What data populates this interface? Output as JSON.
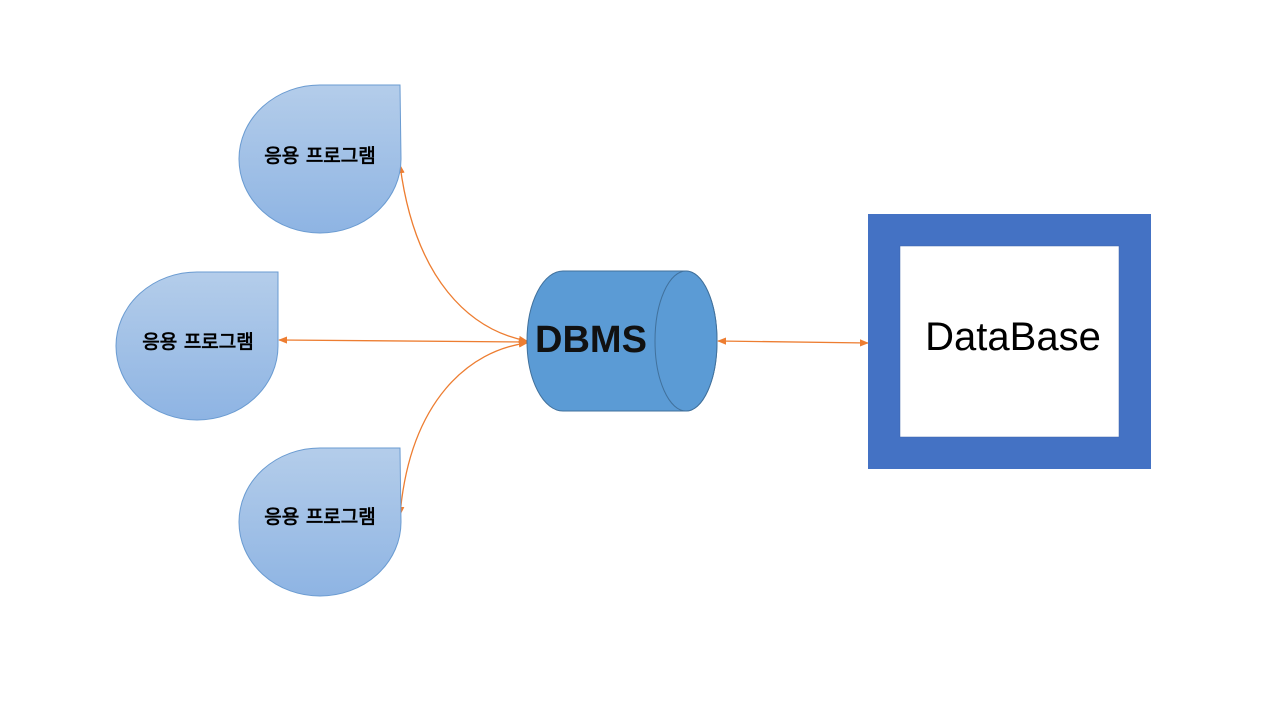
{
  "diagram": {
    "app_programs": [
      {
        "label": "응용 프로그램"
      },
      {
        "label": "응용 프로그램"
      },
      {
        "label": "응용 프로그램"
      }
    ],
    "dbms": {
      "label": "DBMS"
    },
    "database": {
      "label": "DataBase"
    },
    "colors": {
      "app_fill_top": "#b4cdea",
      "app_fill_bottom": "#8eb4e3",
      "app_stroke": "#6a9bd1",
      "dbms_fill": "#5b9bd5",
      "dbms_stroke": "#41719c",
      "database_frame": "#4472c4",
      "connector": "#ed7d31"
    },
    "connectors": [
      {
        "from": "dbms",
        "to": "app-1",
        "bidirectional": true
      },
      {
        "from": "dbms",
        "to": "app-2",
        "bidirectional": true
      },
      {
        "from": "dbms",
        "to": "app-3",
        "bidirectional": true
      },
      {
        "from": "dbms",
        "to": "database",
        "bidirectional": true
      }
    ]
  }
}
